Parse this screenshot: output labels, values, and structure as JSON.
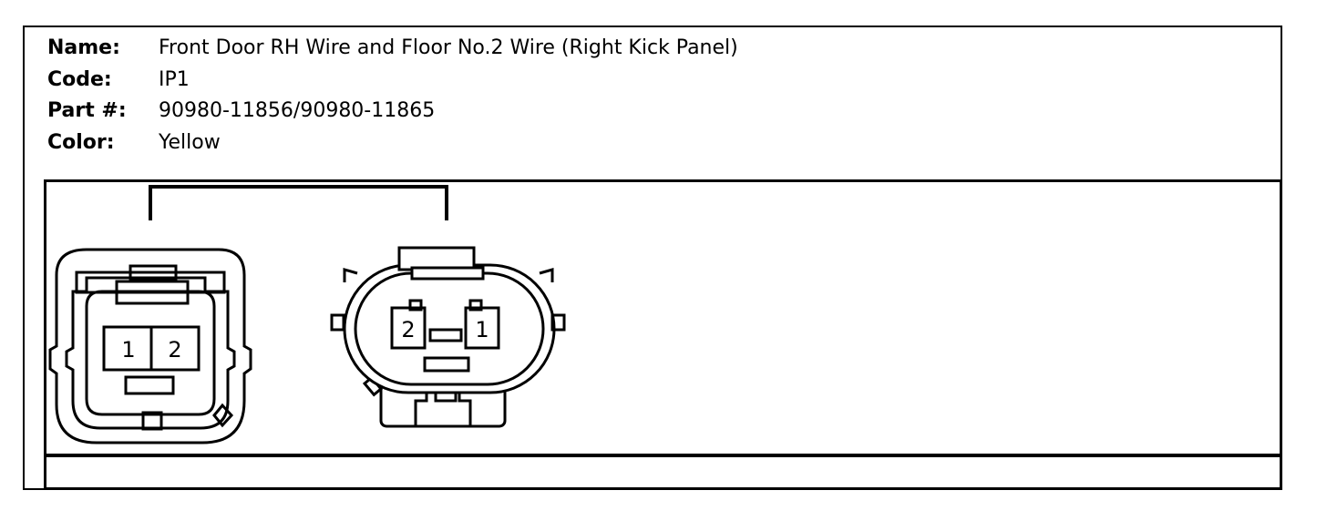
{
  "connector_info": {
    "name_label": "Name:",
    "name_value": "Front Door RH Wire and Floor No.2 Wire (Right Kick Panel)",
    "code_label": "Code:",
    "code_value": "IP1",
    "part_label": "Part #:",
    "part_value": "90980-11856/90980-11865",
    "color_label": "Color:",
    "color_value": "Yellow"
  },
  "connectors": {
    "left": {
      "pins": [
        "1",
        "2"
      ]
    },
    "right": {
      "pins": [
        "2",
        "1"
      ]
    }
  }
}
